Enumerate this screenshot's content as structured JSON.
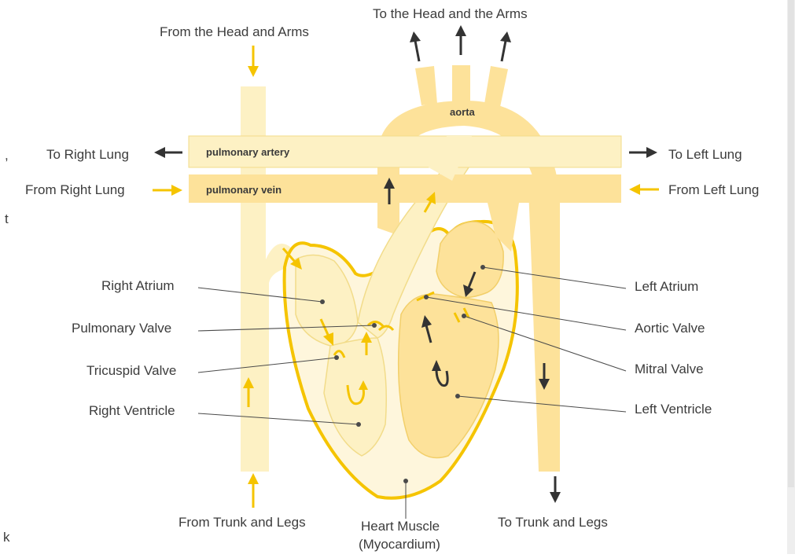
{
  "labels": {
    "from_head_arms": "From the Head and Arms",
    "to_head_arms": "To the Head and the Arms",
    "to_right_lung": "To Right Lung",
    "from_right_lung": "From Right Lung",
    "to_left_lung": "To Left Lung",
    "from_left_lung": "From Left Lung",
    "pulmonary_artery": "pulmonary artery",
    "pulmonary_vein": "pulmonary vein",
    "aorta": "aorta",
    "right_atrium": "Right Atrium",
    "pulmonary_valve": "Pulmonary Valve",
    "tricuspid_valve": "Tricuspid Valve",
    "right_ventricle": "Right Ventricle",
    "left_atrium": "Left Atrium",
    "aortic_valve": "Aortic Valve",
    "mitral_valve": "Mitral Valve",
    "left_ventricle": "Left Ventricle",
    "from_trunk_legs": "From Trunk and Legs",
    "heart_muscle_1": "Heart Muscle",
    "heart_muscle_2": "(Myocardium)",
    "to_trunk_legs": "To Trunk and Legs",
    "left_edge_fragments": [
      ",",
      "t",
      "k"
    ]
  },
  "colors": {
    "deoxygenated_light": "#fdf1c4",
    "oxygenated_dark": "#fde29a",
    "outline_yellow": "#f5c400",
    "arrow_yellow": "#f5c400",
    "arrow_dark": "#333333",
    "text": "#3c3c3c"
  }
}
